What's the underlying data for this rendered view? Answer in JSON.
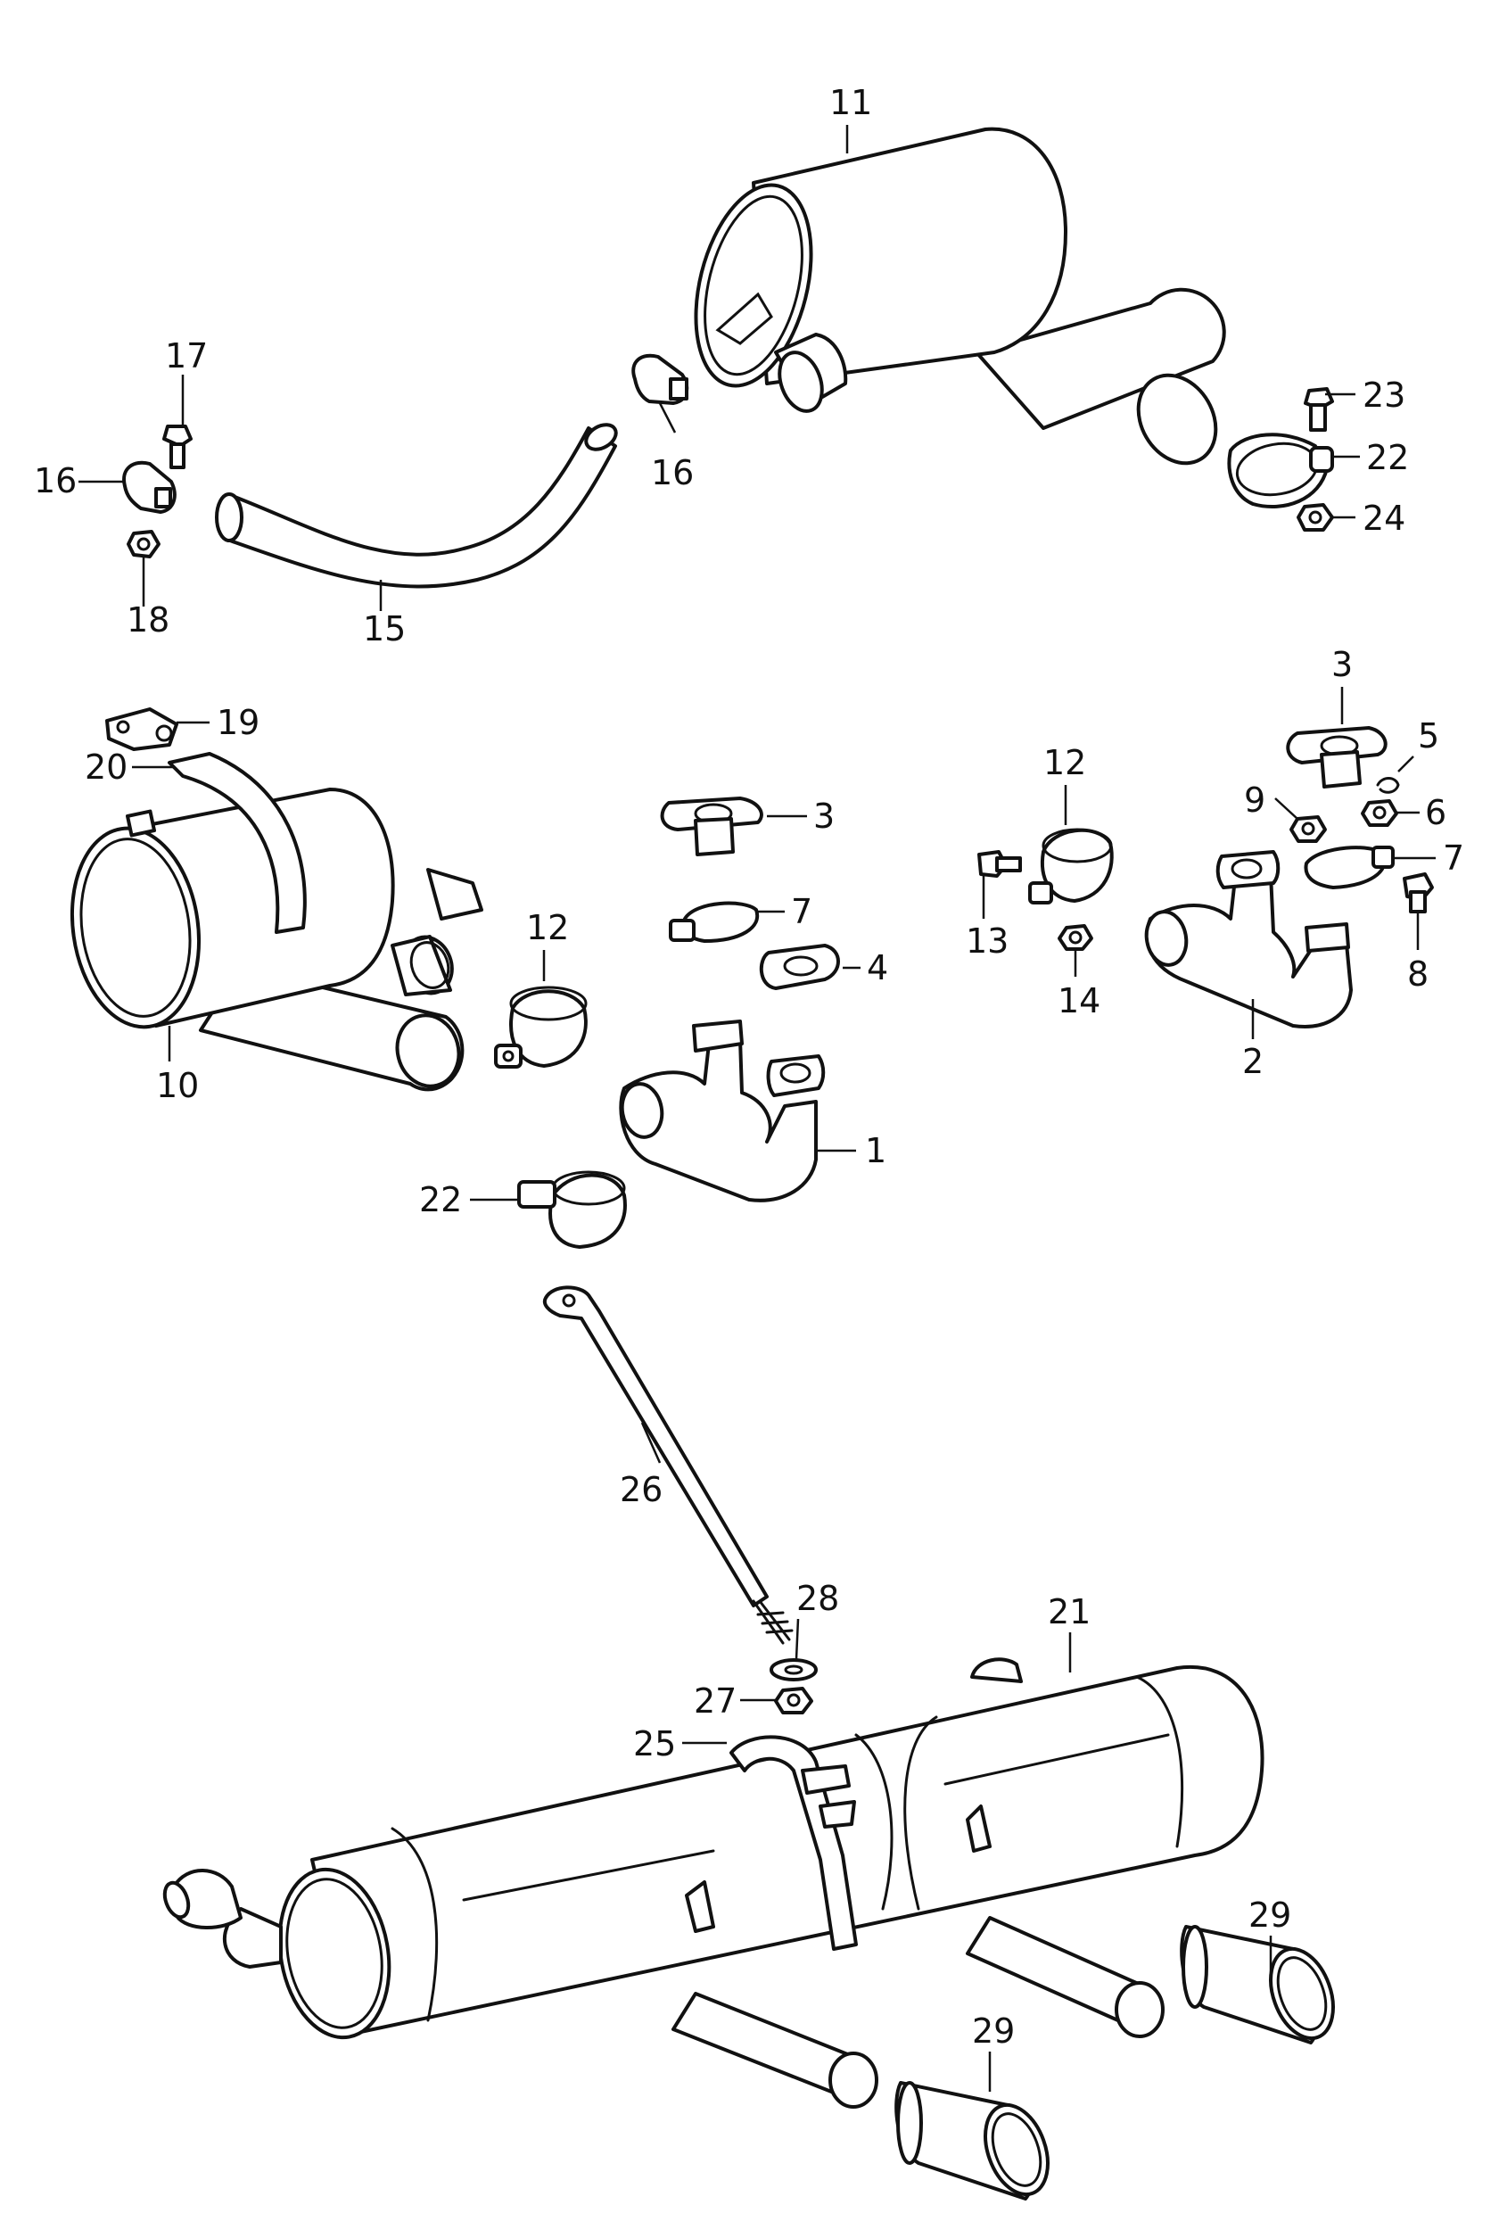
{
  "callouts": {
    "c1": "1",
    "c2": "2",
    "c3a": "3",
    "c3b": "3",
    "c4": "4",
    "c5": "5",
    "c6": "6",
    "c7a": "7",
    "c7b": "7",
    "c8": "8",
    "c9": "9",
    "c10": "10",
    "c11": "11",
    "c12a": "12",
    "c12b": "12",
    "c13": "13",
    "c14": "14",
    "c15": "15",
    "c16a": "16",
    "c16b": "16",
    "c17": "17",
    "c18": "18",
    "c19": "19",
    "c20": "20",
    "c21": "21",
    "c22a": "22",
    "c22b": "22",
    "c23": "23",
    "c24": "24",
    "c25": "25",
    "c26": "26",
    "c27": "27",
    "c28": "28",
    "c29a": "29",
    "c29b": "29"
  }
}
